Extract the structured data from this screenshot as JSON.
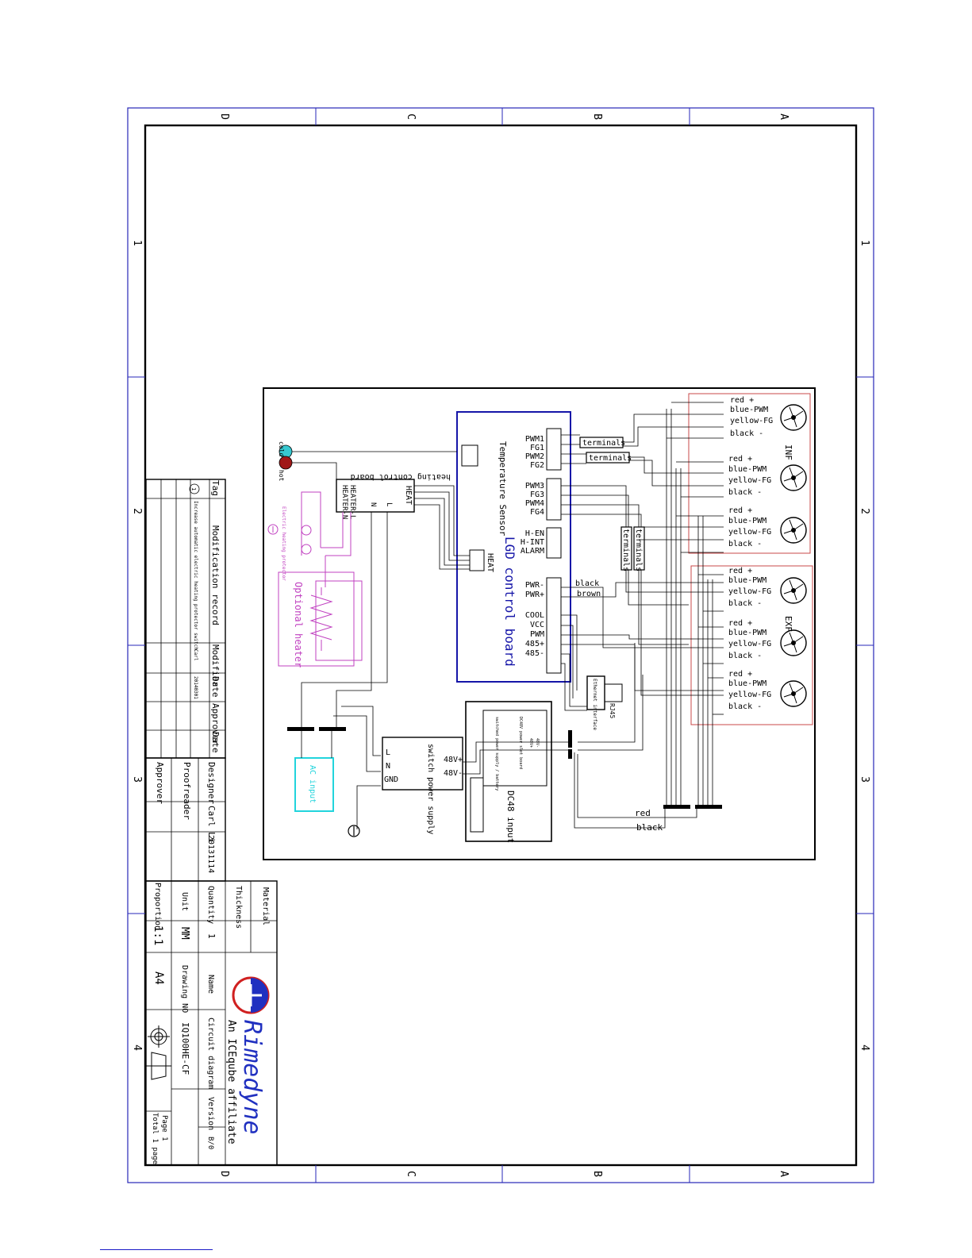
{
  "colors": {
    "frame": "#2727b8",
    "ink": "#000000",
    "board": "#1515a8",
    "heater": "#c040c0",
    "ac": "#22d4dc",
    "fan_box": "#c84848",
    "cold": "#37c8d0",
    "hot": "#a01818",
    "logo_red": "#d02020",
    "logo_blue": "#2030c0"
  },
  "zones": {
    "letters": [
      "D",
      "C",
      "B",
      "A"
    ],
    "numbers": [
      "1",
      "2",
      "3",
      "4"
    ]
  },
  "board": {
    "title": "LGD control board",
    "sensor": "Temperature Sensor",
    "fan_pins_a": [
      "PWM1",
      "FG1",
      "PWM2",
      "FG2"
    ],
    "fan_pins_b": [
      "PWM3",
      "FG3",
      "PWM4",
      "FG4"
    ],
    "io_pins": [
      "H-EN",
      "H-INT",
      "ALARM"
    ],
    "pwr_pins": [
      "PWR-",
      "PWR+"
    ],
    "bus_pins": [
      "COOL",
      "VCC",
      "PWM",
      "485+",
      "485-"
    ],
    "heat_label": "HEAT"
  },
  "wires": {
    "black": "black",
    "brown": "brown",
    "red": "red"
  },
  "terminals": "terminals",
  "heating": {
    "title": "heating control board",
    "heat": "HEAT",
    "pins": [
      "HEATER-N",
      "HEATER-L"
    ],
    "ln": [
      "L",
      "N"
    ],
    "cold": "cold",
    "hot": "hot",
    "protector": "Electric heating protector",
    "optional": "Optional heater"
  },
  "ac_input": "AC input",
  "psu": {
    "label": "switch power supply",
    "outputs": [
      "48V+",
      "48V-"
    ],
    "inputs": [
      "L",
      "N",
      "GND"
    ]
  },
  "dc48": {
    "title": "DC48 input",
    "desc": "DC48V power slot board",
    "desc2": "switched power supply / battery",
    "pins": [
      "48V-",
      "48V+"
    ]
  },
  "ethernet": {
    "label": "Ethernet interface",
    "port": "RJ45"
  },
  "fan_wires": [
    "red +",
    "blue-PWM",
    "yellow-FG",
    "black -"
  ],
  "fan_groups": [
    "INF",
    "EXF"
  ],
  "modification": {
    "title": "Modification record",
    "headers": [
      "Tag",
      "Modifier",
      "Date",
      "Approver",
      "Date"
    ],
    "tag_mark": "1",
    "row_text": "Increase automatic electric heating protector switch",
    "modifier": "Carl",
    "date": "20140301"
  },
  "title_block": {
    "designer_label": "Designer",
    "designer": "Carl Li",
    "designer_date": "20131114",
    "proofreader_label": "Proofreader",
    "approver_label": "Approver",
    "material_label": "Material",
    "thickness_label": "Thickness",
    "quantity_label": "Quantity",
    "quantity": "1",
    "unit_label": "Unit",
    "unit": "MM",
    "proportion_label": "Proportion",
    "proportion": "1:1",
    "name_label": "Name",
    "name": "Circuit diagram",
    "version_label": "Version",
    "version": "B/0",
    "drawing_label": "Drawing NO",
    "drawing_no": "IQ100HE-CF",
    "size": "A4",
    "page": "Page 1",
    "total": "Total 1 page"
  },
  "logo": {
    "brand": "Rimedyne",
    "tagline": "An ICEqube affiliate"
  }
}
